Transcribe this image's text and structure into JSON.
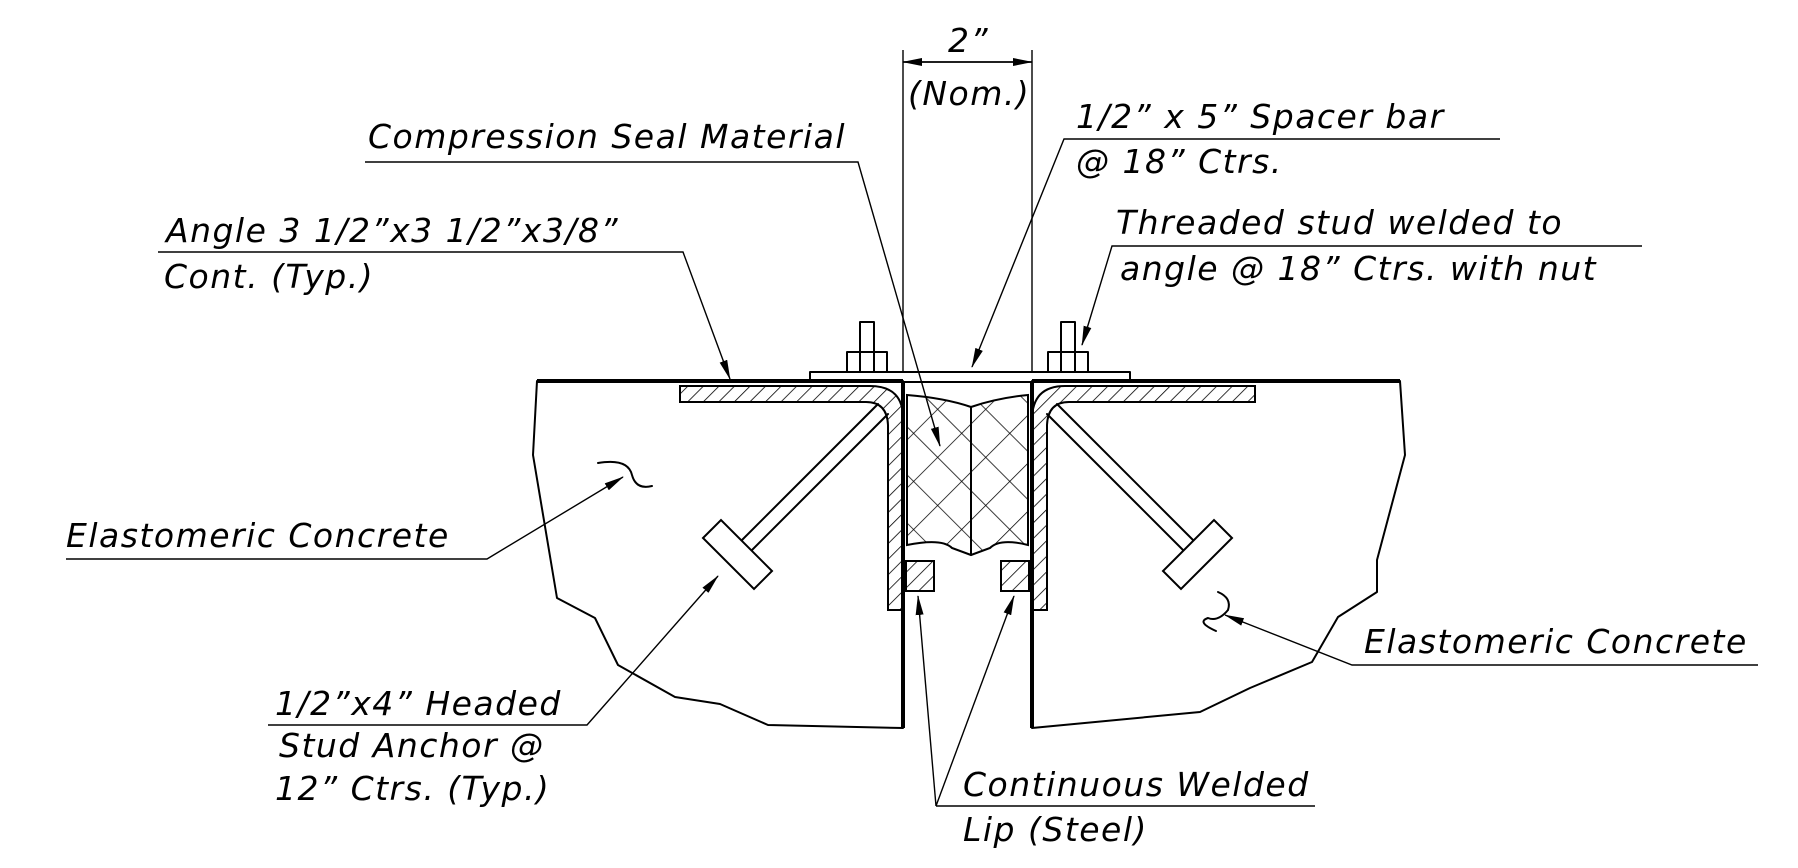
{
  "labels": {
    "dimension_value": "2”",
    "dimension_note": "(Nom.)",
    "compression_seal": "Compression Seal Material",
    "spacer_bar_line1": "1/2” x 5” Spacer bar",
    "spacer_bar_line2": "@ 18” Ctrs.",
    "angle_line1": "Angle 3 1/2”x3 1/2”x3/8”",
    "angle_line2": "Cont. (Typ.)",
    "threaded_stud_line1": "Threaded stud welded to",
    "threaded_stud_line2": "angle @ 18” Ctrs. with nut",
    "elastomeric_left": "Elastomeric Concrete",
    "elastomeric_right": "Elastomeric Concrete",
    "headed_stud_line1": "1/2”x4” Headed",
    "headed_stud_line2": "Stud Anchor @",
    "headed_stud_line3": "12” Ctrs. (Typ.)",
    "welded_lip_line1": "Continuous Welded",
    "welded_lip_line2": "Lip  (Steel)"
  }
}
